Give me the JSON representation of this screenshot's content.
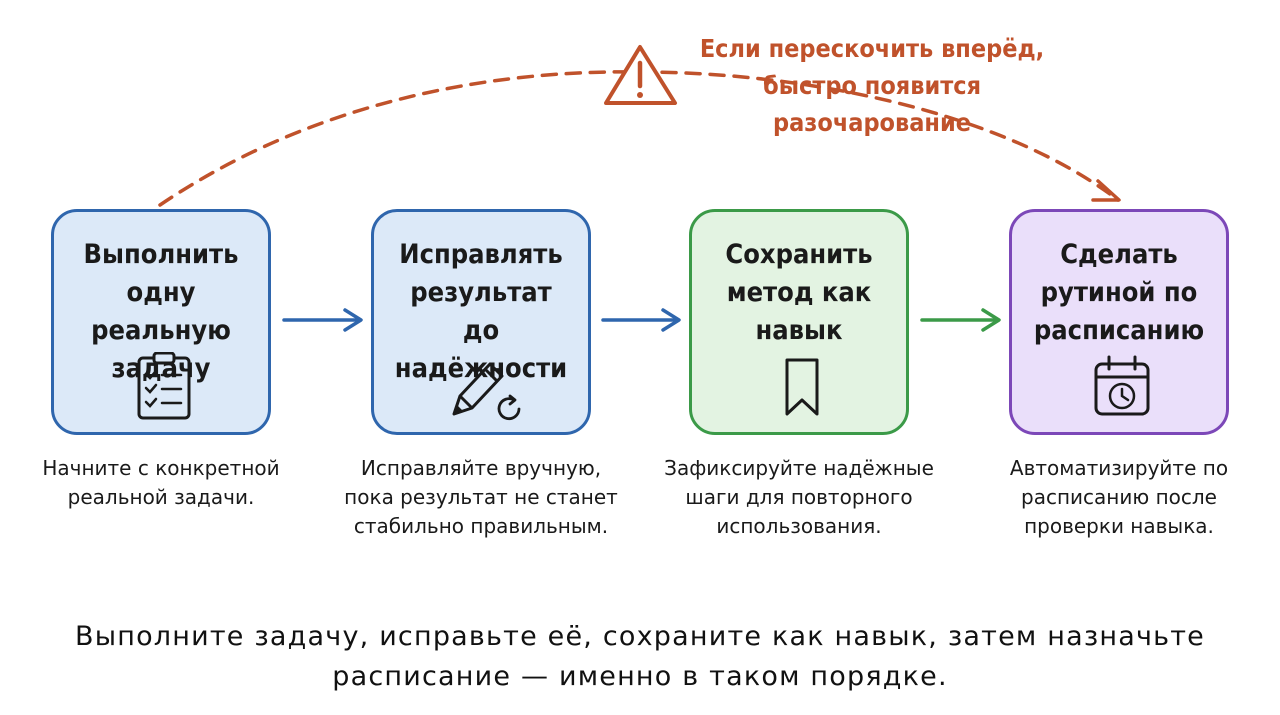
{
  "warning": {
    "line1": "Если перескочить вперёд,",
    "line2": "быстро появится разочарование"
  },
  "steps": [
    {
      "title": "Выполнить одну реальную задачу",
      "icon": "clipboard-checklist-icon",
      "caption": "Начните с конкретной реальной задачи.",
      "color": "#2f66ad"
    },
    {
      "title": "Исправлять результат до надёжности",
      "icon": "pencil-refresh-icon",
      "caption": "Исправляйте вручную, пока результат не станет стабильно правильным.",
      "color": "#2f66ad"
    },
    {
      "title": "Сохранить метод как навык",
      "icon": "bookmark-icon",
      "caption": "Зафиксируйте надёжные шаги для повторного использования.",
      "color": "#3b9a48"
    },
    {
      "title": "Сделать рутиной по расписанию",
      "icon": "calendar-clock-icon",
      "caption": "Автоматизируйте по расписанию после проверки навыка.",
      "color": "#7c48b8"
    }
  ],
  "footer": "Выполните задачу, исправьте её, сохраните как навык, затем назначьте расписание — именно в таком порядке.",
  "colors": {
    "warning": "#c0522b",
    "blue": "#2f66ad",
    "green": "#3b9a48",
    "purple": "#7c48b8"
  }
}
